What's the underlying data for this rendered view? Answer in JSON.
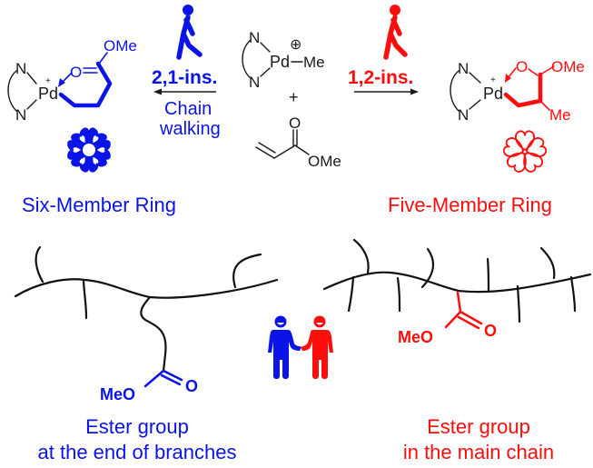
{
  "colors": {
    "blue": "#0a14e6",
    "red": "#ff0d0d",
    "black": "#1a1a1a"
  },
  "left_pathway": {
    "insertion_label": "2,1-ins.",
    "arrow_label_line1": "Chain",
    "arrow_label_line2": "walking",
    "ring_label": "Six-Member Ring",
    "complex": {
      "ligand_n_top": "N",
      "ligand_n_bottom": "N",
      "metal": "Pd",
      "charge": "+",
      "carbonyl_o": "O",
      "ester_group": "OMe"
    },
    "icon": "walking-person-icon",
    "ring_icon": "six-petal-flower-icon"
  },
  "right_pathway": {
    "insertion_label": "1,2-ins.",
    "ring_label": "Five-Member Ring",
    "complex": {
      "ligand_n_top": "N",
      "ligand_n_bottom": "N",
      "metal": "Pd",
      "charge": "+",
      "carbonyl_o": "O",
      "ester_group": "OMe",
      "methyl": "Me"
    },
    "icon": "walking-person-icon",
    "ring_icon": "five-heart-flower-icon"
  },
  "reactants": {
    "catalyst": {
      "ligand_n_top": "N",
      "ligand_n_bottom": "N",
      "metal": "Pd",
      "charge": "⊕",
      "methyl": "Me"
    },
    "plus": "+",
    "monomer": {
      "carbonyl_o": "O",
      "ester_group": "OMe"
    }
  },
  "bottom_left": {
    "ester_label": "MeO",
    "carbonyl_o": "O",
    "caption_line1": "Ester group",
    "caption_line2": "at the end of branches"
  },
  "bottom_right": {
    "ester_label": "MeO",
    "carbonyl_o": "O",
    "caption_line1": "Ester group",
    "caption_line2": "in the main chain"
  },
  "center_icon": "handshake-people-icon"
}
